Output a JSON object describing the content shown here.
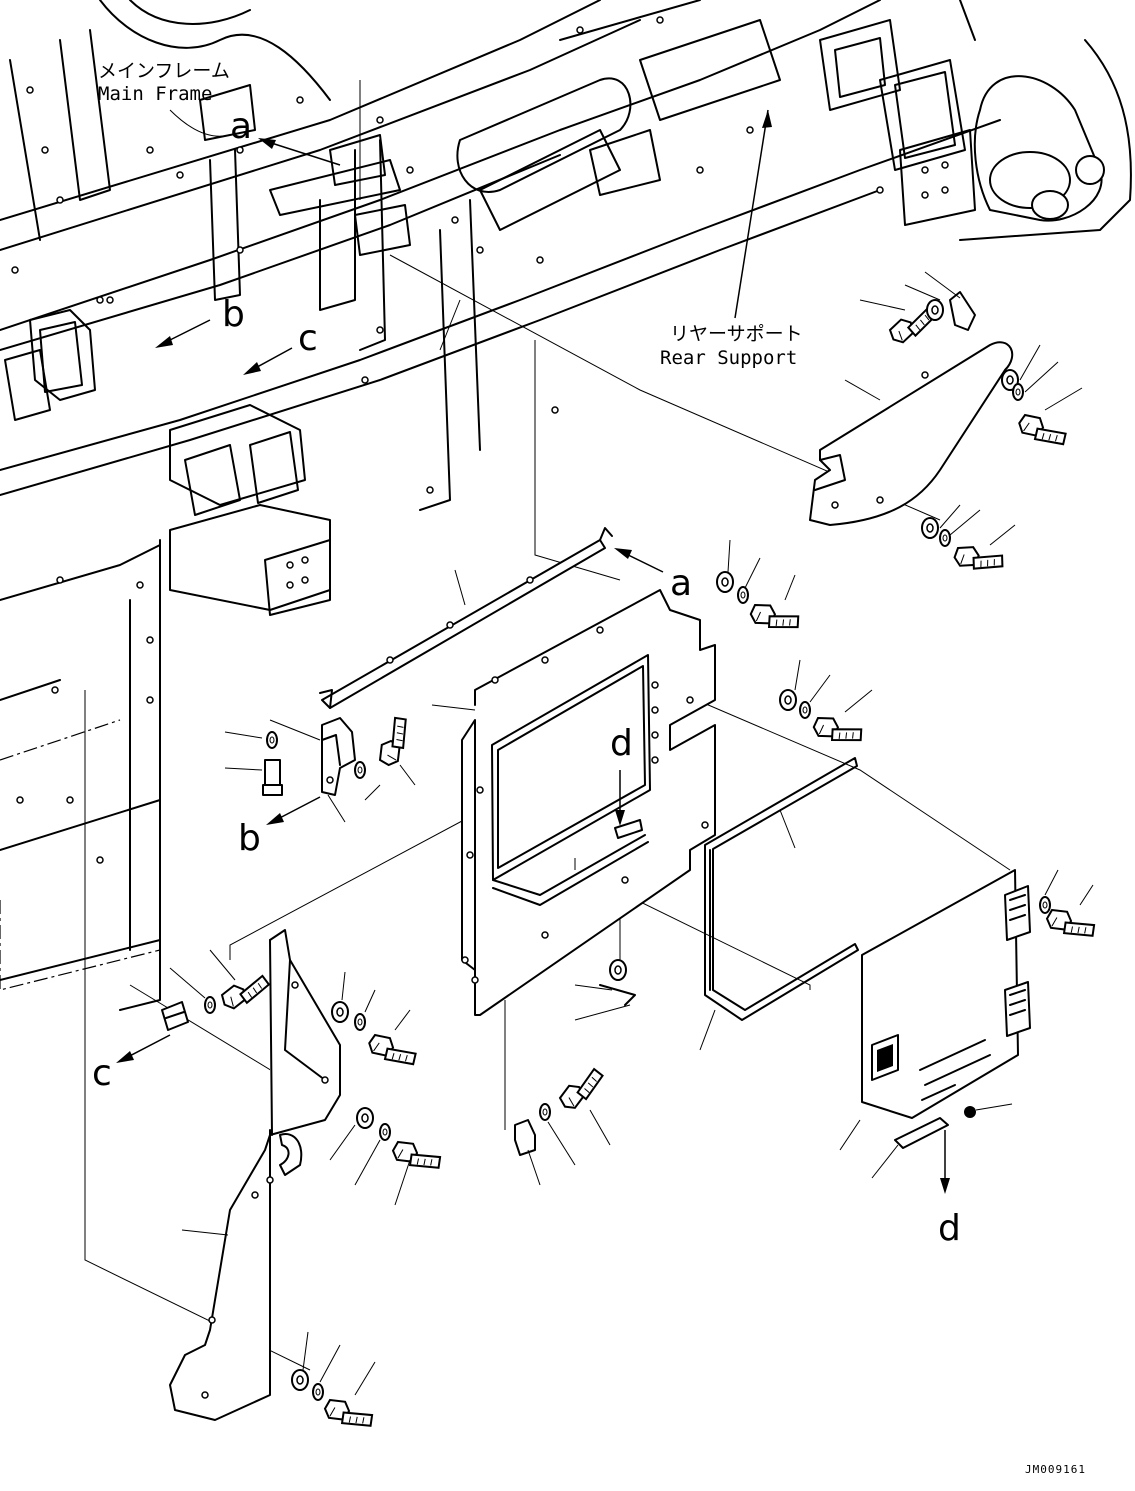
{
  "labels": {
    "main_frame_jp": "メインフレーム",
    "main_frame_en": "Main Frame",
    "rear_support_jp": "リヤーサポート",
    "rear_support_en": "Rear Support",
    "drawing_number": "JM009161"
  },
  "callouts": {
    "a_frame": "a",
    "a_part": "a",
    "b_frame": "b",
    "b_part": "b",
    "c_frame": "c",
    "c_part": "c",
    "d_panel": "d",
    "d_latch": "d"
  },
  "icons": {
    "bolt": "hex-bolt-icon",
    "washer": "washer-icon",
    "hinge": "hinge-icon"
  }
}
